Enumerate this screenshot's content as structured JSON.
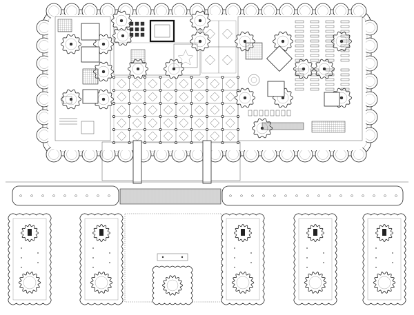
{
  "drawing": {
    "building": {
      "tower_count": 20,
      "hall_grid": {
        "columns": 8,
        "rows": 5
      },
      "facade_pillars": 2
    },
    "grounds": {
      "hedge_rows": 2,
      "gardens": 5,
      "central_court": 1
    },
    "colors": {
      "ink": "#222222",
      "paper": "#ffffff",
      "hatch": "#555555"
    }
  }
}
